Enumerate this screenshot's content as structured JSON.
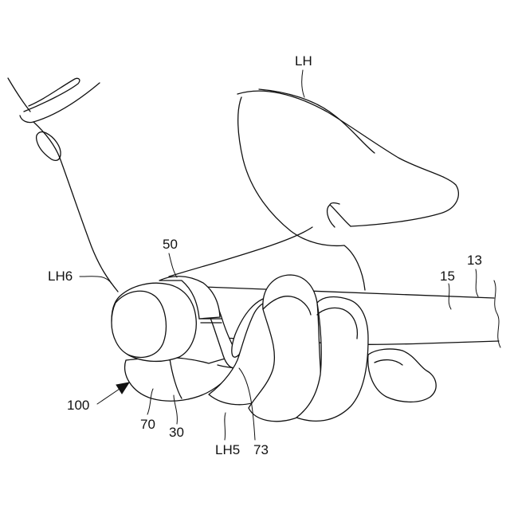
{
  "labels": {
    "lh": "LH",
    "lh6": "LH6",
    "lh5": "LH5",
    "ref50": "50",
    "ref13": "13",
    "ref15": "15",
    "ref100": "100",
    "ref70": "70",
    "ref30": "30",
    "ref73": "73"
  }
}
